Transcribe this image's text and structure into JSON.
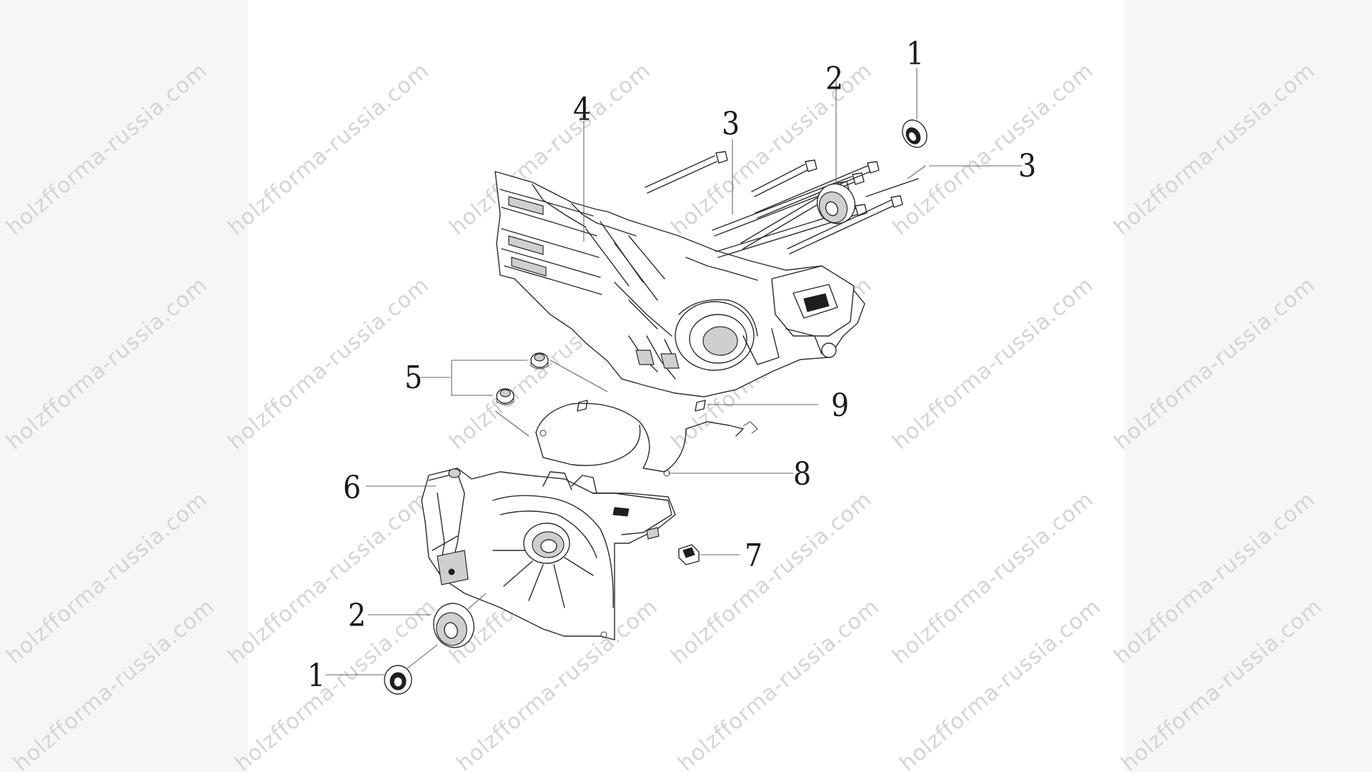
{
  "diagram": {
    "watermark": "holzfforma-russia.com",
    "callouts": {
      "c1_top": "1",
      "c2_top": "2",
      "c3_top": "3",
      "c3_right": "3",
      "c4": "4",
      "c5": "5",
      "c6": "6",
      "c7": "7",
      "c8": "8",
      "c9": "9",
      "c2_bottom": "2",
      "c1_bottom": "1"
    }
  }
}
